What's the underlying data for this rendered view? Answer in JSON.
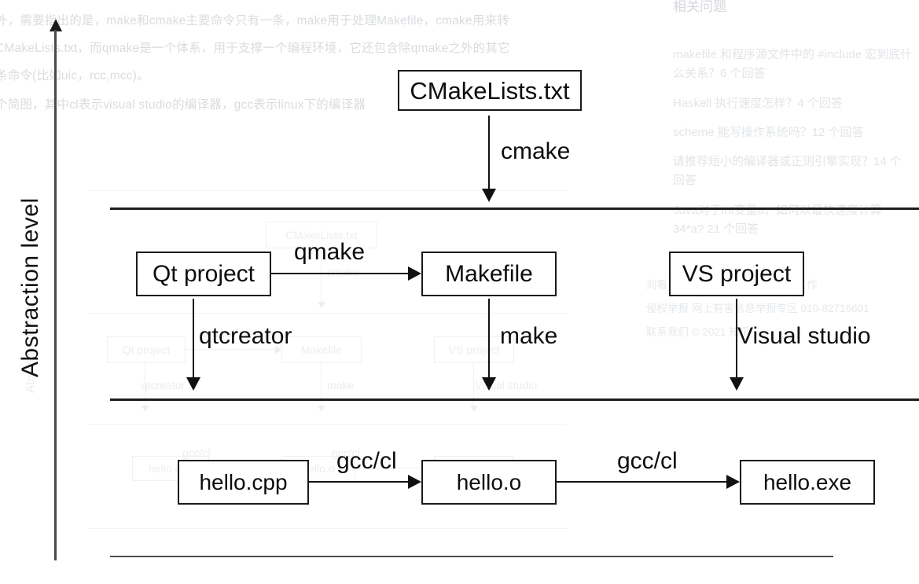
{
  "page": {
    "article_lines": [
      "外，需要指出的是，make和cmake主要命令只有一条，make用于处理Makefile，cmake用来转",
      "CMakeLists.txt，而qmake是一个体系，用于支撑一个编程环境，它还包含除qmake之外的其它",
      "条命令(比如uic，rcc,mcc)。",
      "个简图，其中cl表示visual studio的编译器，gcc表示linux下的编译器"
    ],
    "sidebar": {
      "heading": "相关问题",
      "questions": [
        "makefile 和程序源文件中的 #include 宏到底什么关系？6 个回答",
        "Haskell 执行速度怎样？4 个回答",
        "scheme 能写操作系统吗？12 个回答",
        "请推荐短小的编译器或正则引擎实现？14 个回答",
        "Java对于int变量a，如何以最快速度计算34*a? 21 个回答"
      ]
    },
    "footer_lines": [
      "刘看山  知乎指南  知乎协议  应用  工作",
      "侵权举报  网上有害信息举报专区  010-82716601",
      "联系我们 © 2021 知乎"
    ]
  },
  "diagram": {
    "axis_label": "Abstraction  level",
    "boxes": [
      {
        "id": "cmakelists",
        "label": "CMakeLists.txt"
      },
      {
        "id": "qtproject",
        "label": "Qt project"
      },
      {
        "id": "makefile",
        "label": "Makefile"
      },
      {
        "id": "vsproject",
        "label": "VS project"
      },
      {
        "id": "hellocpp",
        "label": "hello.cpp"
      },
      {
        "id": "helloo",
        "label": "hello.o"
      },
      {
        "id": "helloexe",
        "label": "hello.exe"
      }
    ],
    "edges": [
      {
        "id": "cmake",
        "label": "cmake"
      },
      {
        "id": "qmake",
        "label": "qmake"
      },
      {
        "id": "qtcreator",
        "label": "qtcreator"
      },
      {
        "id": "make",
        "label": "make"
      },
      {
        "id": "visualstudio",
        "label": "Visual studio"
      },
      {
        "id": "gcccl1",
        "label": "gcc/cl"
      },
      {
        "id": "gcccl2",
        "label": "gcc/cl"
      }
    ]
  },
  "colors": {
    "ink": "#111111",
    "ghost": "#dde0e3",
    "rule": "#1d1d1d"
  }
}
